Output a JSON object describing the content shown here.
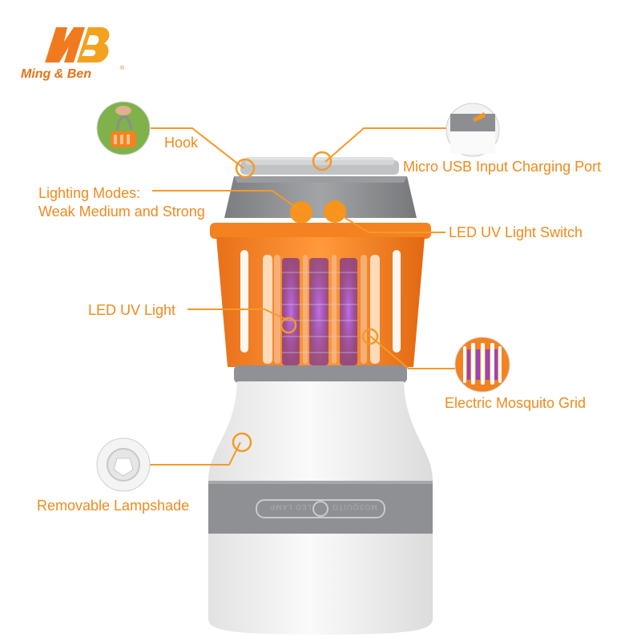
{
  "brand": {
    "logo_letters": "MB",
    "name": "Ming & Ben",
    "registered_mark": "®"
  },
  "callouts": {
    "hook": "Hook",
    "micro_usb": "Micro USB Input Charging Port",
    "lighting_modes_line1": "Lighting Modes:",
    "lighting_modes_line2": "Weak Medium and Strong",
    "uv_switch": "LED UV Light Switch",
    "uv_light": "LED UV Light",
    "mosquito_grid": "Electric Mosquito Grid",
    "lampshade": "Removable Lampshade"
  },
  "band": {
    "left_text": "LED LAMP",
    "right_text": "MOSQUITO"
  },
  "colors": {
    "accent_orange": "#f08a1c",
    "cage_orange": "#f58220",
    "cap_gray": "#8c8e91",
    "uv_purple": "#8a3ad6",
    "shade_white": "#f1f1f1"
  }
}
